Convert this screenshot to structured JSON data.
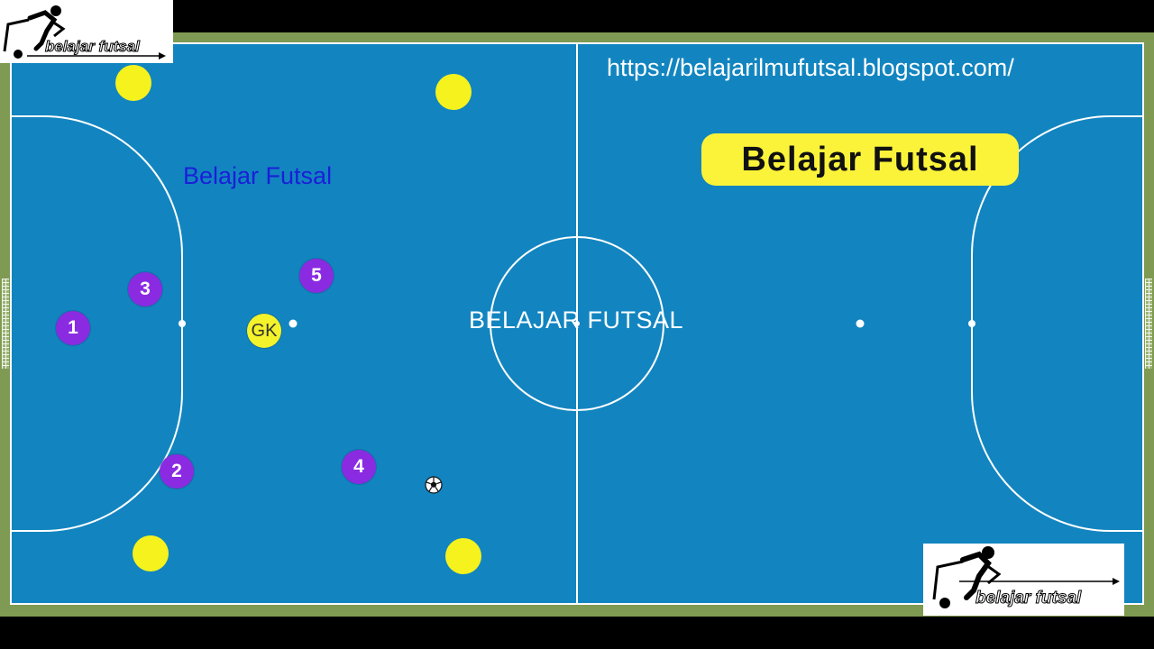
{
  "watermark_url": "https://belajarilmufutsal.blogspot.com/",
  "title_pill": "Belajar Futsal",
  "watermark_blue": "Belajar Futsal",
  "watermark_center": "BELAJAR FUTSAL",
  "logo_text": "belajar futsal",
  "players": [
    {
      "label": "1"
    },
    {
      "label": "2"
    },
    {
      "label": "3"
    },
    {
      "label": "4"
    },
    {
      "label": "5"
    },
    {
      "label": "GK"
    }
  ],
  "colors": {
    "court": "#1285c0",
    "surround": "#7f9a52",
    "player": "#8a2be2",
    "goalkeeper": "#f4f22a",
    "cone": "#f6f21d",
    "pill": "#fbf33a",
    "blue_text": "#1a1fd8"
  },
  "icons": [
    "soccer-ball-icon",
    "logo-player-icon"
  ]
}
